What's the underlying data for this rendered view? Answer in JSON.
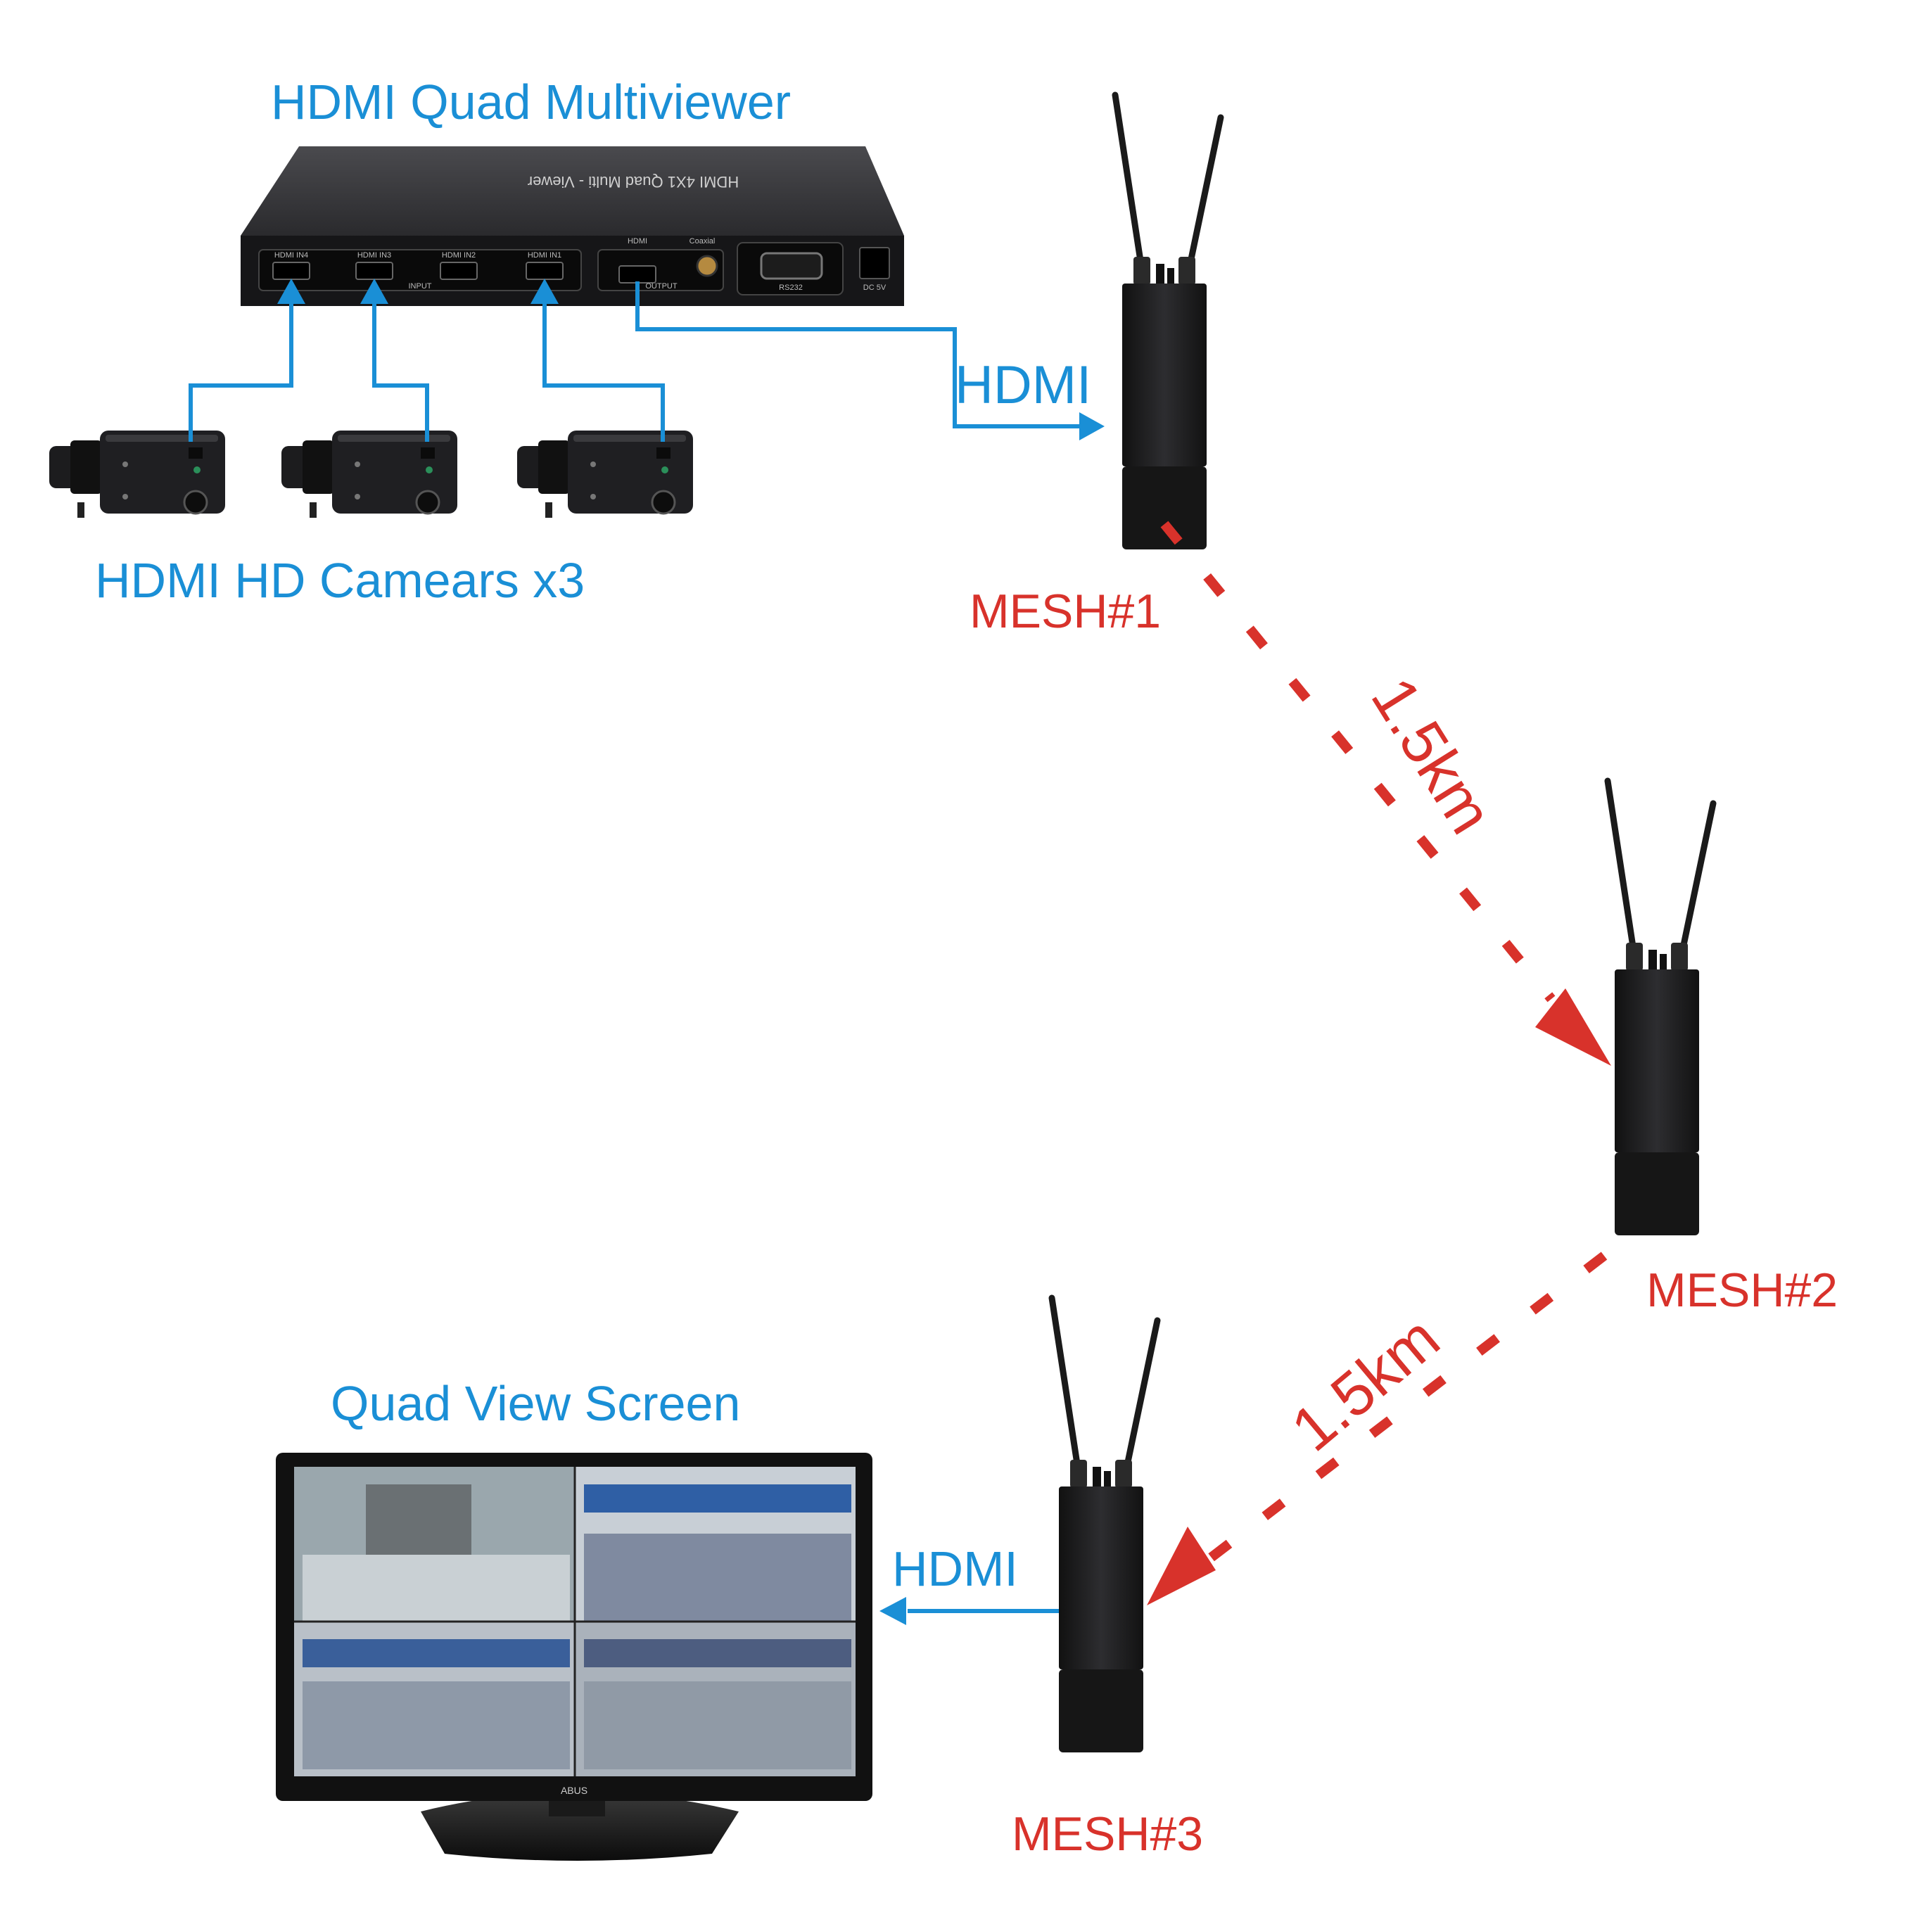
{
  "labels": {
    "multiviewer_title": "HDMI Quad Multiviewer",
    "multiviewer_face": "HDMI 4X1 Quad Multi - Viewer",
    "port_in4": "HDMI IN4",
    "port_in3": "HDMI IN3",
    "port_in2": "HDMI IN2",
    "port_in1": "HDMI IN1",
    "port_input": "INPUT",
    "port_hdmi": "HDMI",
    "port_coaxial": "Coaxial",
    "port_output": "OUTPUT",
    "port_rs232": "RS232",
    "port_dc": "DC 5V",
    "cameras": "HDMI  HD  Camears  x3",
    "hdmi_top": "HDMI",
    "hdmi_bottom": "HDMI",
    "mesh1": "MESH#1",
    "mesh2": "MESH#2",
    "mesh3": "MESH#3",
    "distance_1": "1.5km",
    "distance_2": "1.5km",
    "screen_title": "Quad View Screen",
    "monitor_brand": "ABUS"
  },
  "colors": {
    "blue": "#1a8fd6",
    "red": "#d8322b",
    "device_black": "#1c1c1e"
  },
  "icons": [
    "multiviewer-device-icon",
    "camera-icon",
    "mesh-radio-icon",
    "monitor-icon"
  ]
}
